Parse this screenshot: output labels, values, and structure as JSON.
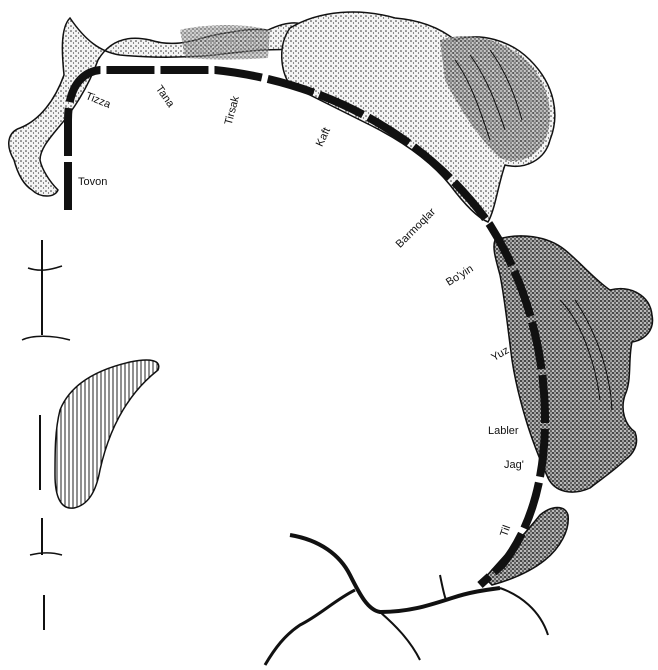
{
  "diagram": {
    "labels": [
      {
        "id": "tovon",
        "text": "Tovon"
      },
      {
        "id": "tizza",
        "text": "Tizza"
      },
      {
        "id": "tana",
        "text": "Tana"
      },
      {
        "id": "tirsak",
        "text": "Tirsak"
      },
      {
        "id": "kaft",
        "text": "Kaft"
      },
      {
        "id": "barmoqlar",
        "text": "Barmoqlar"
      },
      {
        "id": "boyin",
        "text": "Bo'yin"
      },
      {
        "id": "yuz",
        "text": "Yuz"
      },
      {
        "id": "lablar",
        "text": "Labler"
      },
      {
        "id": "jag",
        "text": "Jag'"
      },
      {
        "id": "til",
        "text": "Til"
      }
    ],
    "colors": {
      "ink": "#111111",
      "stipple": "#333333",
      "background": "#ffffff"
    }
  }
}
